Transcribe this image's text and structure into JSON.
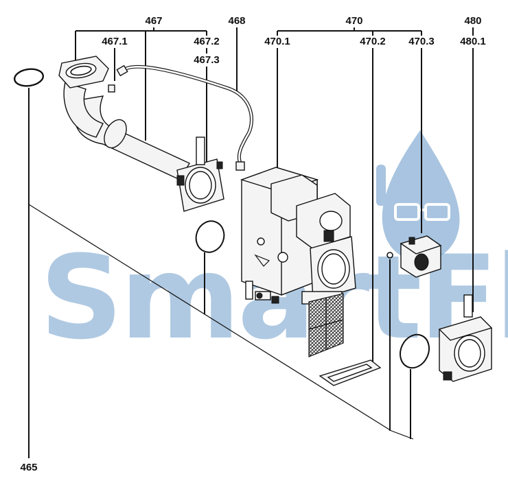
{
  "diagram": {
    "labels": {
      "l465": "465",
      "l467": "467",
      "l467_1": "467.1",
      "l467_2": "467.2",
      "l467_3": "467.3",
      "l468": "468",
      "l470": "470",
      "l470_1": "470.1",
      "l470_2": "470.2",
      "l470_3": "470.3",
      "l480": "480",
      "l480_1": "480.1"
    },
    "watermark": {
      "text": "SmartFlam",
      "color": "#6f9dcc"
    }
  }
}
